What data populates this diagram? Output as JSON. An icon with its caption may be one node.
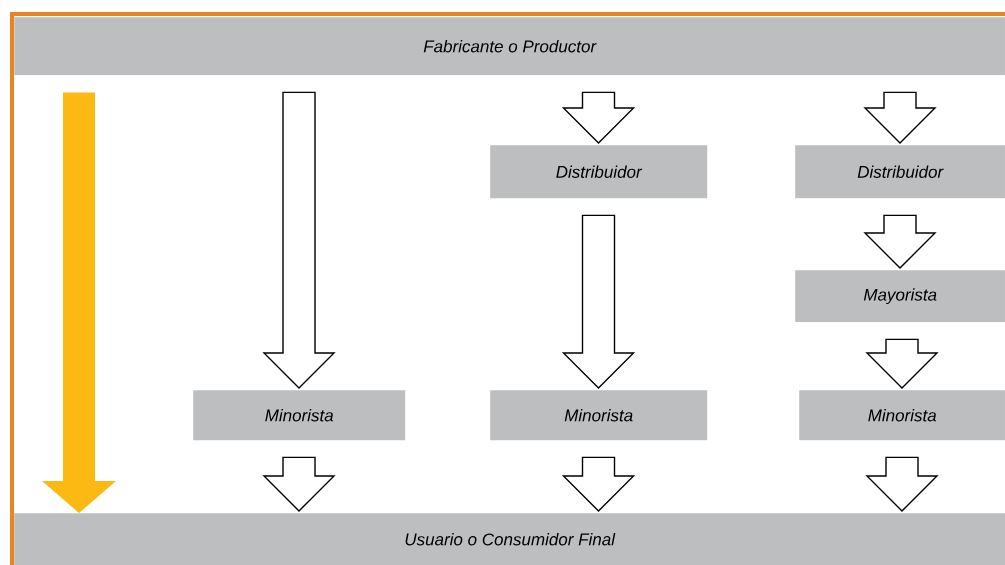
{
  "diagram": {
    "nodes": [
      {
        "text": [
          "Fabricante o Productor"
        ]
      },
      {
        "text": [
          "Minorista"
        ]
      },
      {
        "text": [
          "Distribuidor"
        ]
      },
      {
        "text": [
          "Minorista"
        ]
      },
      {
        "text": [
          "Distribuidor"
        ]
      },
      {
        "text": [
          "Mayorista"
        ]
      },
      {
        "text": [
          "Minorista"
        ]
      },
      {
        "text": [
          "Usuario o Consumidor Final"
        ]
      }
    ],
    "edges": [
      {
        "from": 0,
        "to": 7,
        "arrow": "to",
        "color": "#fcb813"
      },
      {
        "from": 0,
        "to": 1,
        "arrow": "to"
      },
      {
        "from": 0,
        "to": 2,
        "arrow": "to"
      },
      {
        "from": 2,
        "to": 3,
        "arrow": "to"
      },
      {
        "from": 0,
        "to": 4,
        "arrow": "to"
      },
      {
        "from": 4,
        "to": 5,
        "arrow": "to"
      },
      {
        "from": 5,
        "to": 6,
        "arrow": "to"
      },
      {
        "from": 1,
        "to": 7,
        "arrow": "to"
      },
      {
        "from": 3,
        "to": 7,
        "arrow": "to"
      },
      {
        "from": 6,
        "to": 7,
        "arrow": "to"
      }
    ]
  }
}
